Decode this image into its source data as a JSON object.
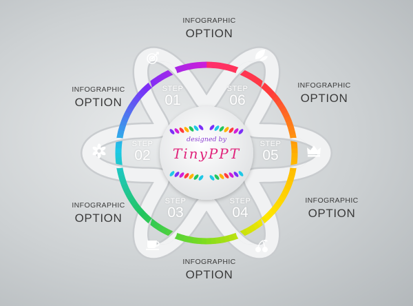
{
  "colors": {
    "ring": [
      "#ff2f6d",
      "#ff3b3b",
      "#ffb200",
      "#ffe600",
      "#7ddc1f",
      "#22c55e",
      "#1ec8e6",
      "#7b2ff7",
      "#d01ed8"
    ],
    "ribbon": "#f1f2f3",
    "label_text": "#3a3a3a"
  },
  "callouts": [
    {
      "kicker": "INFOGRAPHIC",
      "title": "OPTION"
    },
    {
      "kicker": "INFOGRAPHIC",
      "title": "OPTION"
    },
    {
      "kicker": "INFOGRAPHIC",
      "title": "OPTION"
    },
    {
      "kicker": "INFOGRAPHIC",
      "title": "OPTION"
    },
    {
      "kicker": "INFOGRAPHIC",
      "title": "OPTION"
    },
    {
      "kicker": "INFOGRAPHIC",
      "title": "OPTION"
    }
  ],
  "steps": [
    {
      "label": "STEP",
      "number": "01"
    },
    {
      "label": "STEP",
      "number": "02"
    },
    {
      "label": "STEP",
      "number": "03"
    },
    {
      "label": "STEP",
      "number": "04"
    },
    {
      "label": "STEP",
      "number": "05"
    },
    {
      "label": "STEP",
      "number": "06"
    }
  ],
  "icons": [
    "target-icon",
    "flower-icon",
    "coffee-cup-icon",
    "cherries-icon",
    "crown-icon",
    "leaves-icon"
  ],
  "center_logo": {
    "top": "designed by",
    "main": "TinyPPT"
  }
}
